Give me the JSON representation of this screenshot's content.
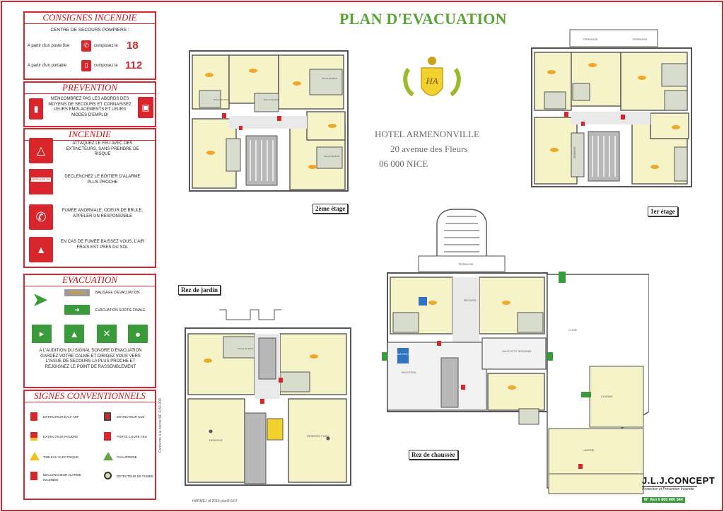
{
  "title": "PLAN D'EVACUATION",
  "hotel": {
    "name": "HOTEL ARMENONVILLE",
    "address": "20 avenue des Fleurs",
    "city": "06 000 NICE"
  },
  "logo_monogram": "HA",
  "consignes": {
    "title": "CONSIGNES INCENDIE",
    "subtitle": "CENTRE DE SECOURS POMPIERS :",
    "fixed_label": "A partir d'un poste fixe",
    "fixed_action": "composez le",
    "fixed_number": "18",
    "mobile_label": "A partir d'un portable",
    "mobile_action": "composez le",
    "mobile_number": "112"
  },
  "prevention": {
    "title": "PREVENTION",
    "text": "N'ENCOMBREZ PAS LES ABORDS DES MOYENS DE SECOURS ET CONNAISSEZ LEURS EMPLACEMENTS ET LEURS MODES D'EMPLOI"
  },
  "incendie": {
    "title": "INCENDIE",
    "items": [
      "ATTAQUEZ LE FEU AVEC DES EXTINCTEURS, SANS PRENDRE DE RISQUE",
      "DECLENCHEZ LE BOITIER D'ALARME PLUS PROCHE",
      "FUMEE ANORMALE, ODEUR DE BRULE, APPELER UN RESPONSABLE",
      "EN CAS DE FUMEE BAISSEZ VOUS, L'AIR FRAIS EST PRES DU SOL"
    ],
    "alarm_box_text": "APPUYER ICI"
  },
  "evacuation": {
    "title": "EVACUATION",
    "balisage": "BALISAGE D'EVACUATION",
    "sortie": "EVACUATION SORTIE FINALE",
    "text": "A L'AUDITION DU SIGNAL SONORE D'EVACUATION GARDEZ VOTRE CALME ET DIRIGEZ VOUS VERS L'ISSUE DE SECOURS LA PLUS PROCHE ET REJOIGNEZ LE POINT DE RASSEMBLEMENT"
  },
  "signes": {
    "title": "SIGNES CONVENTIONNELS",
    "items": [
      "EXTINCTEUR EAU+ARF",
      "EXTINCTEUR CO2",
      "EXTINCTEUR POUDRE",
      "PORTE COUPE FEU",
      "TABLEAU ELECTRIQUE",
      "CHAUFFERIE",
      "DECLENCHEUR ALARME INCENDIE",
      "DETECTEUR DE FUMEE"
    ]
  },
  "plans": {
    "etage2": "2ème étage",
    "etage1": "1er étage",
    "jardin": "Rez de jardin",
    "chaussee": "Rez de chaussée"
  },
  "rooms": {
    "terrasse": "TERRASSE",
    "salle_bain": "SALLE DE BAIN",
    "reserve": "RESERVE",
    "reserve_fioul": "RESERVE FIOUL",
    "cour": "COUR",
    "cuisine": "CUISINE",
    "laverie": "LAVERIE",
    "reception": "RECEPTION",
    "salle_dejeuner": "SALLE PETIT DEJEUNER",
    "secours": "SECOURS",
    "vous_etes_ici": "VOUS ETES ICI"
  },
  "footer": {
    "ref": "HARMEJ of 2015-plan9 6/07",
    "credit": "Conforme à la norme NF S 60-303",
    "brand": "J.L.J.CONCEPT",
    "tagline": "Protection et Prévention Incendie",
    "phone": "N° Vert 0 800 800 344"
  },
  "colors": {
    "red": "#d9252c",
    "green": "#3a9b3a",
    "title_green": "#5aa336",
    "room": "#f7f3c9",
    "bath": "#d8dccd",
    "stair": "#b8b8b8"
  }
}
